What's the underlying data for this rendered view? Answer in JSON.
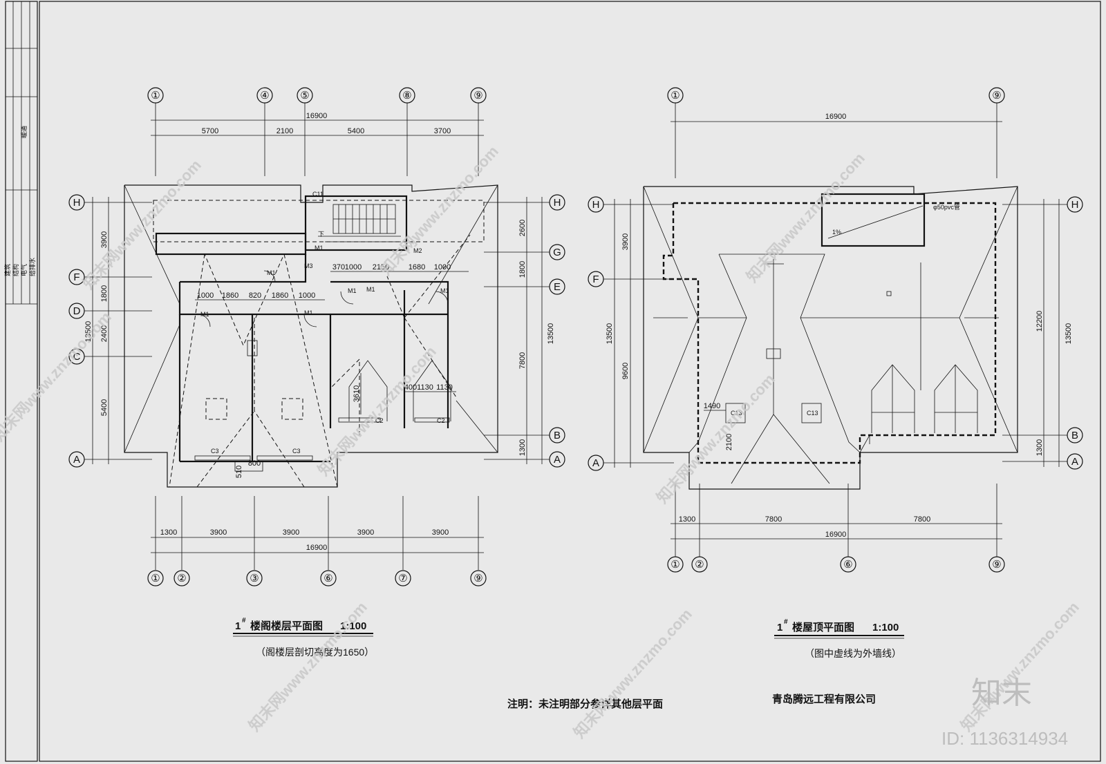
{
  "left_plan": {
    "title": "1",
    "title_sup": "#",
    "title_main": "楼阁楼层平面图",
    "scale": "1:100",
    "subtitle": "（阁楼层剖切高度为1650）",
    "top_axes": [
      "①",
      "④",
      "⑤",
      "⑧",
      "⑨"
    ],
    "bottom_axes": [
      "①",
      "②",
      "③",
      "⑥",
      "⑦",
      "⑨"
    ],
    "left_axes": [
      "H",
      "F",
      "D",
      "C",
      "A"
    ],
    "right_axes": [
      "H",
      "G",
      "E",
      "B",
      "A"
    ],
    "top_total": "16900",
    "top_dims": [
      "5700",
      "2100",
      "5400",
      "3700"
    ],
    "bottom_dims": [
      "1300",
      "3900",
      "3900",
      "3900",
      "3900"
    ],
    "bottom_total": "16900",
    "left_dims": [
      "3900",
      "1800",
      "2400",
      "5400"
    ],
    "left_total": "13500",
    "right_dims": [
      "2600",
      "1800",
      "7800",
      "1300"
    ],
    "right_total": "13500",
    "interior_dims_1": [
      "1000",
      "1860",
      "820",
      "1860",
      "1000"
    ],
    "interior_dims_2": [
      "370",
      "1000",
      "2150",
      "1680",
      "1000"
    ],
    "interior_dims_3": [
      "400",
      "1130",
      "1130"
    ],
    "other_dims": [
      "3610",
      "510",
      "800"
    ],
    "labels": [
      "C11",
      "M1",
      "M1",
      "M3",
      "M2",
      "下",
      "M1",
      "M1",
      "M1",
      "M1",
      "M1",
      "C2",
      "C2",
      "C3",
      "C3"
    ]
  },
  "right_plan": {
    "title": "1",
    "title_sup": "#",
    "title_main": "楼屋顶平面图",
    "scale": "1:100",
    "subtitle": "（图中虚线为外墙线）",
    "top_axes": [
      "①",
      "⑨"
    ],
    "bottom_axes": [
      "①",
      "②",
      "⑥",
      "⑨"
    ],
    "left_axes": [
      "H",
      "F",
      "A"
    ],
    "right_axes": [
      "H",
      "B",
      "A"
    ],
    "top_total": "16900",
    "bottom_dims": [
      "1300",
      "7800",
      "7800"
    ],
    "bottom_total": "16900",
    "left_dims": [
      "3900",
      "9600"
    ],
    "left_total": "13500",
    "right_dims": [
      "12200",
      "1300"
    ],
    "right_total": "13500",
    "other_dims": [
      "1490",
      "2100"
    ],
    "labels": [
      "C13",
      "C13",
      "1%",
      "φ50pvc管"
    ]
  },
  "note": "注明：未注明部分参详其他层平面",
  "company": "青岛腾远工程有限公司",
  "side_panel": [
    "建筑",
    "结构",
    "电气",
    "给排水",
    "暖通"
  ],
  "watermark": "知末网www.znzmo.com",
  "brand": "知末",
  "id_text": "ID: 1136314934"
}
